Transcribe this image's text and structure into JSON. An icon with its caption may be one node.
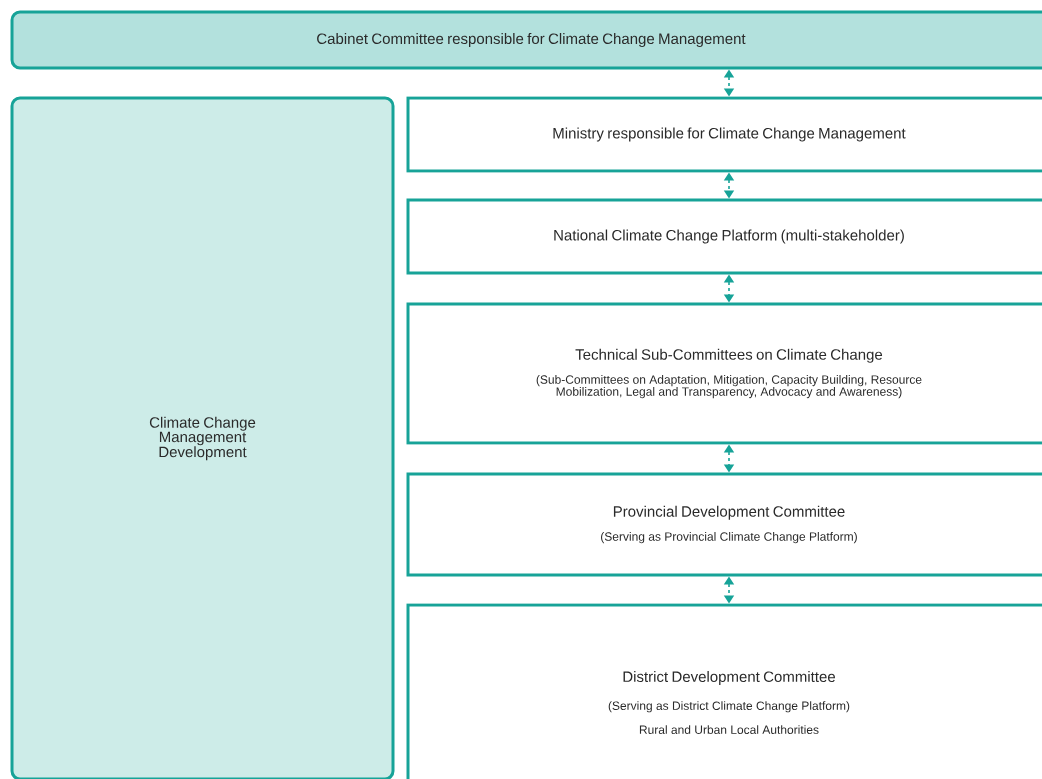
{
  "diagram": {
    "nodes": [
      {
        "text": [
          "Cabinet Committee responsible for Climate Change Management"
        ]
      },
      {
        "text": [
          "Climate Change Management Development"
        ]
      },
      {
        "text": [
          "Ministry responsible for Climate Change Management"
        ]
      },
      {
        "text": [
          "National Climate Change Platform (multi-stakeholder)"
        ]
      },
      {
        "text": [
          "Technical Sub-Committees on Climate Change",
          "(Sub-Committees on Adaptation, Mitigation, Capacity Building, Resource Mobilization, Legal and Transparency, Advocacy and Awareness)"
        ]
      },
      {
        "text": [
          "Provincial Development Committee",
          "(Serving as Provincial Climate Change Platform)"
        ]
      },
      {
        "text": [
          "District Development Committee",
          "(Serving as District Climate Change Platform)",
          "Rural and Urban Local Authorities"
        ]
      }
    ],
    "edges": [
      {
        "from": 0,
        "to": 2,
        "arrow": "both",
        "style": "dashed"
      },
      {
        "from": 2,
        "to": 3,
        "arrow": "both",
        "style": "dashed"
      },
      {
        "from": 3,
        "to": 4,
        "arrow": "both",
        "style": "dashed"
      },
      {
        "from": 4,
        "to": 5,
        "arrow": "both",
        "style": "dashed"
      },
      {
        "from": 5,
        "to": 6,
        "arrow": "both",
        "style": "dashed"
      }
    ]
  }
}
